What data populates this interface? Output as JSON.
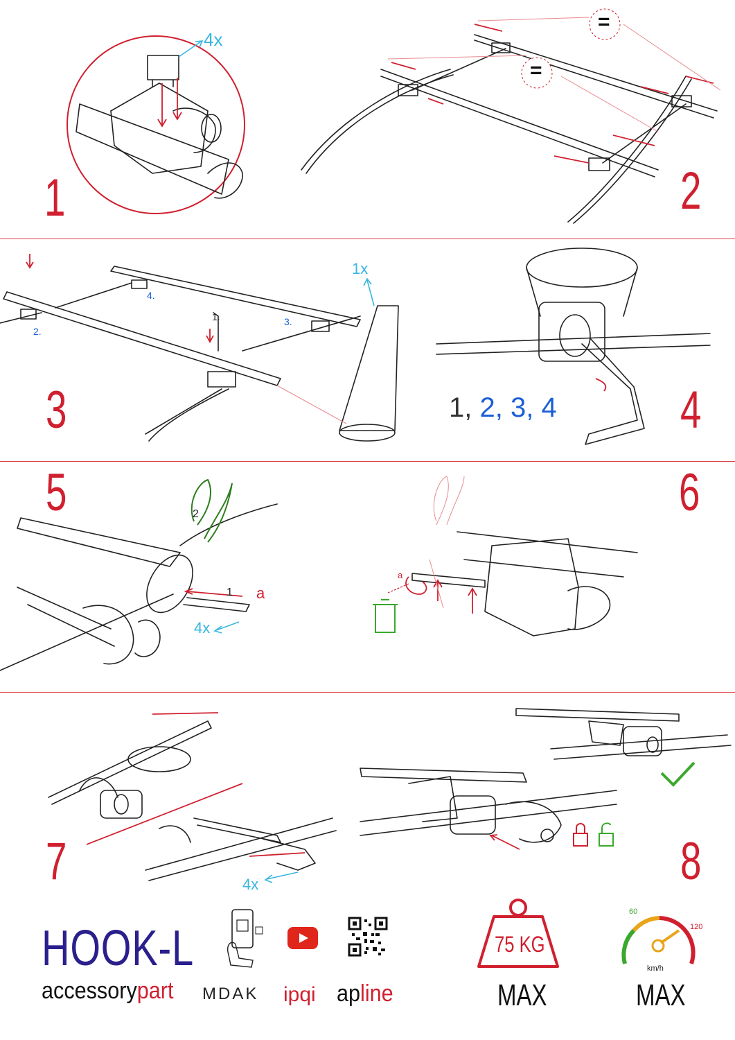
{
  "steps": [
    {
      "num": "1",
      "annotation": "4x"
    },
    {
      "num": "2",
      "annotation": "="
    },
    {
      "num": "3",
      "annotations": [
        "1.",
        "2.",
        "3.",
        "4.",
        "1x"
      ]
    },
    {
      "num": "4",
      "order": [
        "1,",
        "2,",
        "3,",
        "4"
      ]
    },
    {
      "num": "5",
      "annotations": [
        "2",
        "1",
        "a",
        "4x"
      ]
    },
    {
      "num": "6",
      "annotations": [
        "a"
      ]
    },
    {
      "num": "7",
      "annotations": [
        "4x"
      ]
    },
    {
      "num": "8"
    }
  ],
  "step3_labels": {
    "one": "1.",
    "two": "2.",
    "three": "3.",
    "four": "4.",
    "once": "1x"
  },
  "step4_order": {
    "n1": "1,",
    "n2": "2,",
    "n3": "3,",
    "n4": "4"
  },
  "step5_labels": {
    "two": "2",
    "one": "1",
    "a": "a",
    "fourx": "4x"
  },
  "step6_labels": {
    "a": "a"
  },
  "step7_labels": {
    "fourx": "4x"
  },
  "step2_equal": "=",
  "step1_count": "4x",
  "footer": {
    "product": "HOOK-L",
    "brand_prefix": "accessory",
    "brand_suffix": "part",
    "partners": [
      "MDAK",
      "ipqi",
      "apline"
    ],
    "apline_prefix": "ap",
    "apline_suffix": "line",
    "weight": {
      "value": "75 KG",
      "label": "MAX"
    },
    "speed": {
      "unit": "km/h",
      "tick_low": "60",
      "tick_high": "120",
      "label": "MAX"
    }
  },
  "colors": {
    "accent": "#d0202f",
    "blue": "#1a5fd6",
    "cyan": "#38b6e0",
    "green": "#3aa82c",
    "navy": "#2a1f8c"
  }
}
